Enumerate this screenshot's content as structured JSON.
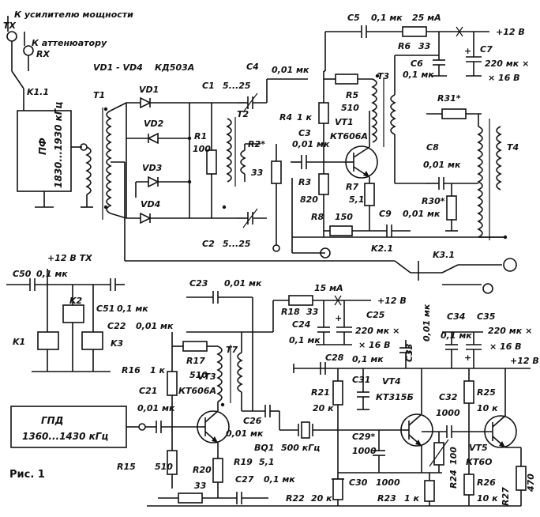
{
  "figure_caption": "Рис. 1",
  "outputs": {
    "tx": "К усилителю мощности",
    "tx_tag": "TX",
    "rx": "К аттенюатору",
    "rx_tag": "RX"
  },
  "blocks": {
    "pf": {
      "title": "ПФ",
      "range": "1830...1930 кГц"
    },
    "gpd": {
      "title": "ГПД",
      "range": "1360...1430 кГц"
    }
  },
  "supply": {
    "v12_tx": "+12 В ТХ",
    "v12_1": "+12 В",
    "v12_2": "+12 В",
    "v12_3": "+12 В",
    "i25": "25 мА",
    "i15": "15 мА"
  },
  "labels": {
    "k11": "K1.1",
    "t1": "T1",
    "diodes": "VD1 - VD4",
    "diode_type": "КД503А",
    "vd1": "VD1",
    "vd2": "VD2",
    "vd3": "VD3",
    "vd4": "VD4",
    "c1": "C1",
    "c1_val": "5...25",
    "c2": "C2",
    "c2_val": "5...25",
    "c4": "C4",
    "c4_val": "0,01 мк",
    "r1": "R1",
    "r1_val": "100",
    "t2": "T2",
    "r2": "R2*",
    "r2_val": "33",
    "r4": "R4",
    "r4_val": "1 к",
    "c3": "C3",
    "c3_val": "0,01 мк",
    "r3": "R3",
    "r3_val": "820",
    "r5": "R5",
    "r5_val": "510",
    "vt1": "VT1",
    "vt1_type": "КТ606А",
    "t3": "T3",
    "r7": "R7",
    "r7_val": "5,1",
    "r8": "R8",
    "r8_val": "150",
    "c9": "C9",
    "c9_val": "0,01 мк",
    "c5": "C5",
    "c5_val": "0,1 мк",
    "r6": "R6",
    "r6_val": "33",
    "c6": "C6",
    "c6_val": "0,1 мк",
    "c7": "C7",
    "c7_val": "220 мк ×",
    "c7_val2": "× 16 В",
    "r31": "R31*",
    "c8": "C8",
    "c8_val": "0,01 мк",
    "r30": "R30*",
    "t4": "T4",
    "k21": "K2.1",
    "k31": "K3.1",
    "c50": "C50",
    "c50_val": "0,1 мк",
    "k1": "K1",
    "k2": "K2",
    "k3": "K3",
    "c51": "C51",
    "c51_val": "0,1 мк",
    "c22": "C22",
    "c22_val": "0,01 мк",
    "c23": "C23",
    "c23_val": "0,01 мк",
    "r18": "R18",
    "r18_val": "33",
    "c24": "C24",
    "c24_val": "0,1 мк",
    "c25": "C25",
    "c25_val": "220 мк ×",
    "c25_val2": "× 16 В",
    "r16": "R16",
    "r16_val": "1 к",
    "r17": "R17",
    "r17_val": "510",
    "vt3": "VT3",
    "vt3_type": "КТ606А",
    "t7": "T7",
    "c21": "C21",
    "c21_val": "0,01 мк",
    "c26": "C26",
    "c26_val": "0,01 мк",
    "r15": "R15",
    "r15_val": "510",
    "r20": "R20",
    "r20_val": "33",
    "r19": "R19",
    "r19_val": "5,1",
    "c27": "C27",
    "c27_val": "0,1 мк",
    "bq1": "BQ1",
    "bq1_val": "500 кГц",
    "c28": "C28",
    "c28_val": "0,1 мк",
    "r21": "R21",
    "r21_val": "20 к",
    "c31": "C31",
    "vt4": "VT4",
    "vt4_type": "КТ315Б",
    "c33": "C33",
    "c33_val": "0,01 мк",
    "c34": "C34",
    "c34_val": "0,1 мк",
    "c35": "C35",
    "c35_val": "220 мк ×",
    "c35_val2": "× 16 В",
    "c29": "C29*",
    "c29_val": "1000",
    "c30": "C30",
    "c30_val": "1000",
    "c32": "C32",
    "c32_val": "1000",
    "r22": "R22",
    "r22_val": "20 к",
    "r23": "R23",
    "r23_val": "1 к",
    "r24": "R24",
    "r24_val": "100",
    "r25": "R25",
    "r25_val": "10 к",
    "vt5": "VT5",
    "vt5_type": "КТ6О",
    "r26": "R26",
    "r26_val": "10 к",
    "r27": "R27",
    "r27_val": "470"
  }
}
